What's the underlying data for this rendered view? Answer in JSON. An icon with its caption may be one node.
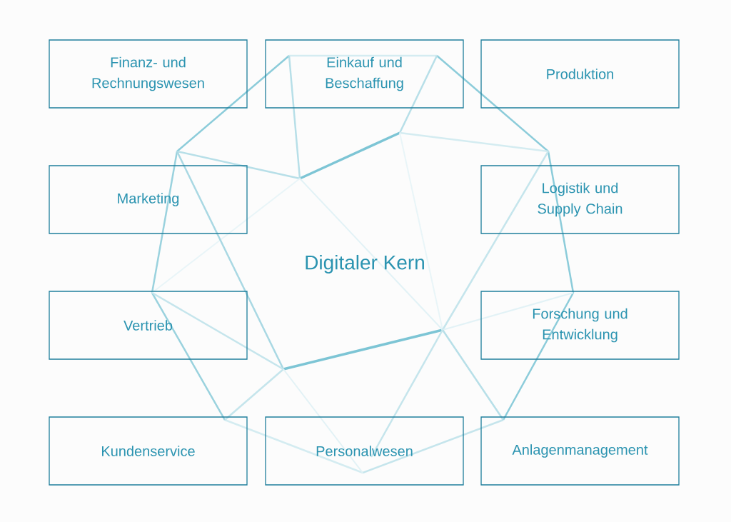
{
  "diagram": {
    "nodes": [
      {
        "text": [
          "Finanz- und Rechnungswesen"
        ]
      },
      {
        "text": [
          "Einkauf und Beschaffung"
        ]
      },
      {
        "text": [
          "Produktion"
        ]
      },
      {
        "text": [
          "Marketing"
        ]
      },
      {
        "text": [
          "Logistik und Supply Chain"
        ]
      },
      {
        "text": [
          "Vertrieb"
        ]
      },
      {
        "text": [
          "Forschung und Entwicklung"
        ]
      },
      {
        "text": [
          "Kundenservice"
        ]
      },
      {
        "text": [
          "Personalwesen"
        ]
      },
      {
        "text": [
          "Anlagenmanagement"
        ]
      }
    ],
    "edges": [],
    "labels": [
      "Digitaler Kern"
    ]
  }
}
